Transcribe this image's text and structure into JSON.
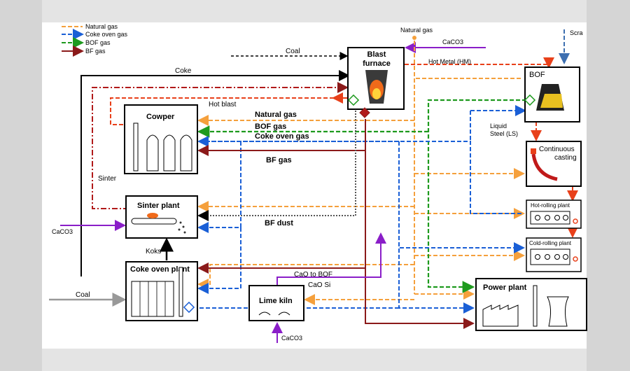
{
  "legend": {
    "items": [
      {
        "label": "Natural gas",
        "color": "#f5a03c"
      },
      {
        "label": "Coke oven gas",
        "color": "#1a5fd6"
      },
      {
        "label": "BOF gas",
        "color": "#1e9a1e"
      },
      {
        "label": "BF gas",
        "color": "#8b1a1a"
      }
    ]
  },
  "units": {
    "blast_furnace": "Blast\nfurnace",
    "bof": "BOF",
    "cowper": "Cowper",
    "sinter_plant": "Sinter plant",
    "coke_oven_plant": "Coke oven plant",
    "lime_kiln": "Lime kiln",
    "continuous_casting": "Continuous\ncasting",
    "hot_rolling": "Hot-rolling plant",
    "cold_rolling": "Cold-rolling plant",
    "power_plant": "Power plant"
  },
  "flow_labels": {
    "coal_top": "Coke",
    "coal_bf": "Coal",
    "natural_gas_top": "Natural gas",
    "caco3_top": "CaCO3",
    "scrap": "Scra",
    "hot_metal": "Hot Metal (HM)",
    "hot_blast": "Hot blast",
    "natural_gas_mid": "Natural gas",
    "bof_gas_mid": "BOF gas",
    "coke_oven_gas_mid": "Coke oven gas",
    "bf_gas_mid": "BF gas",
    "liquid_steel": "Liquid\nSteel (LS)",
    "sinter": "Sinter",
    "caco3_sinter": "CaCO3",
    "bf_dust": "BF dust",
    "koks": "Koks",
    "coal_coke_oven": "Coal",
    "cao_to_bof": "CaO to BOF",
    "cao_si": "CaO Si",
    "caco3_lime": "CaCO3"
  },
  "colors": {
    "natural_gas": "#f5a03c",
    "coke_oven_gas": "#1a5fd6",
    "bof_gas": "#1e9a1e",
    "bf_gas": "#8b1a1a",
    "hot_blast": "#e8401a",
    "coke": "#000000",
    "caco3": "#8a1ec8",
    "coal": "#999999",
    "scrap": "#3d6fb0"
  }
}
